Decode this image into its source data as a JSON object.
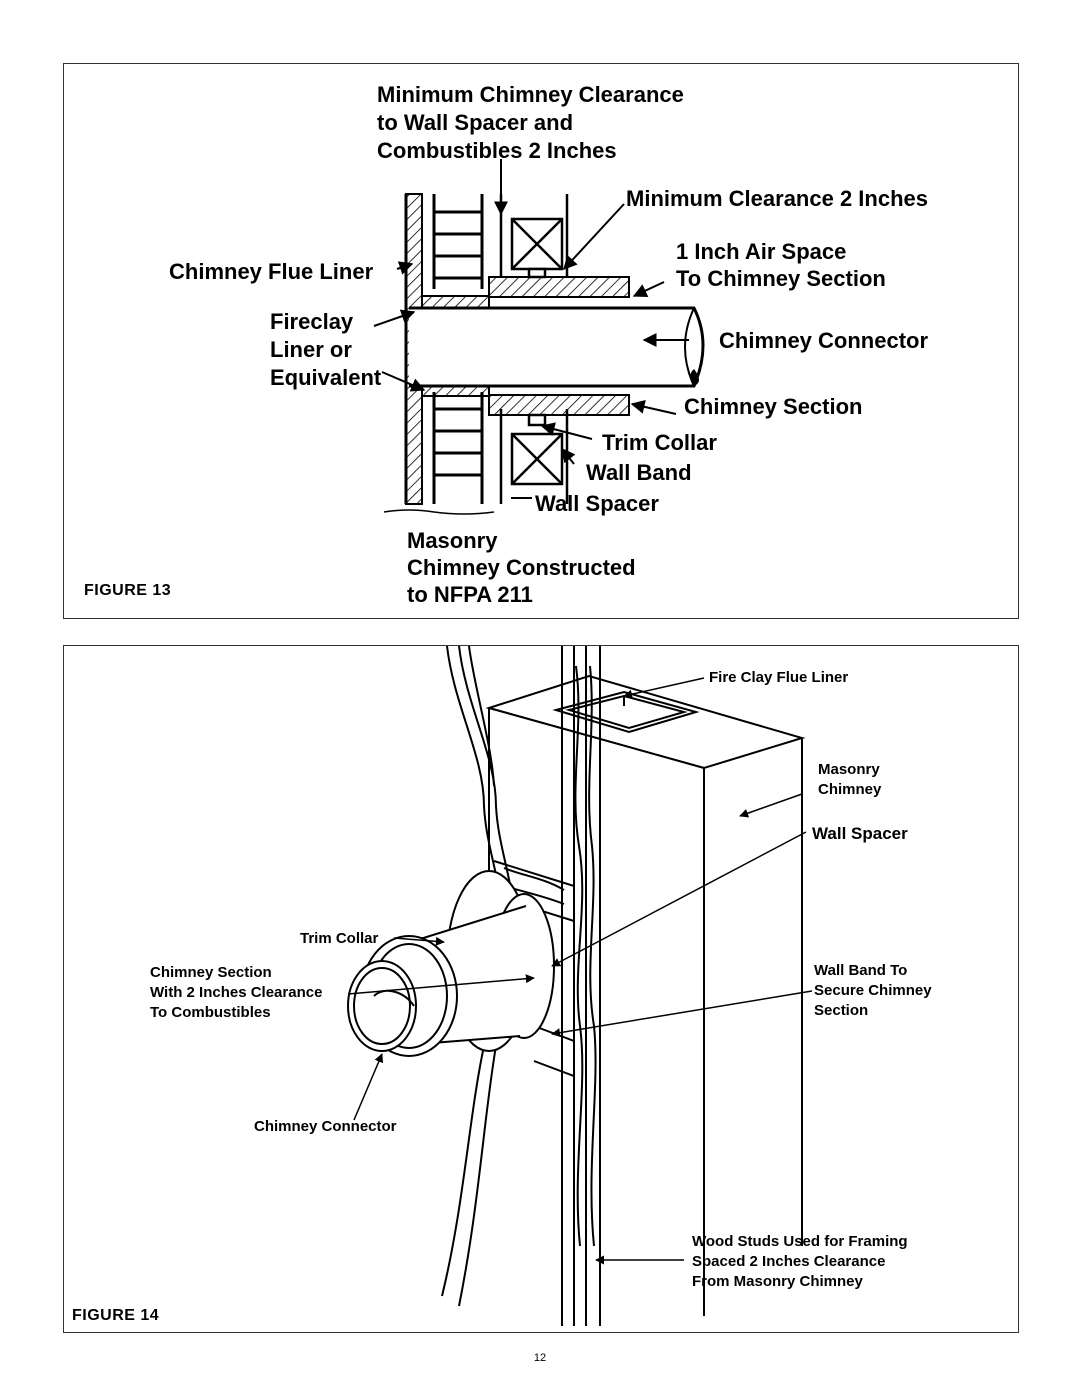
{
  "figure13": {
    "caption": "FIGURE 13",
    "labels": {
      "min_clearance_top_1": "Minimum Chimney Clearance",
      "min_clearance_top_2": "to Wall Spacer and",
      "min_clearance_top_3": "Combustibles 2 Inches",
      "min_clearance_2in": "Minimum Clearance 2 Inches",
      "air_space_1": "1 Inch Air Space",
      "air_space_2": "To Chimney Section",
      "flue_liner": "Chimney Flue Liner",
      "fireclay_1": "Fireclay",
      "fireclay_2": "Liner or",
      "fireclay_3": "Equivalent",
      "connector": "Chimney Connector",
      "section": "Chimney Section",
      "trim_collar": "Trim Collar",
      "wall_band": "Wall Band",
      "wall_spacer": "Wall Spacer",
      "masonry_1": "Masonry",
      "masonry_2": "Chimney Constructed",
      "masonry_3": "to NFPA 211"
    }
  },
  "figure14": {
    "caption": "FIGURE 14",
    "labels": {
      "flue_liner": "Fire Clay Flue Liner",
      "masonry_1": "Masonry",
      "masonry_2": "Chimney",
      "wall_spacer": "Wall Spacer",
      "trim_collar": "Trim Collar",
      "section_1": "Chimney Section",
      "section_2": "With 2 Inches Clearance",
      "section_3": "To Combustibles",
      "wall_band_1": "Wall Band To",
      "wall_band_2": "Secure Chimney",
      "wall_band_3": "Section",
      "connector": "Chimney Connector",
      "studs_1": "Wood Studs Used for Framing",
      "studs_2": "Spaced 2 Inches Clearance",
      "studs_3": "From Masonry Chimney"
    }
  },
  "page_number": "12"
}
